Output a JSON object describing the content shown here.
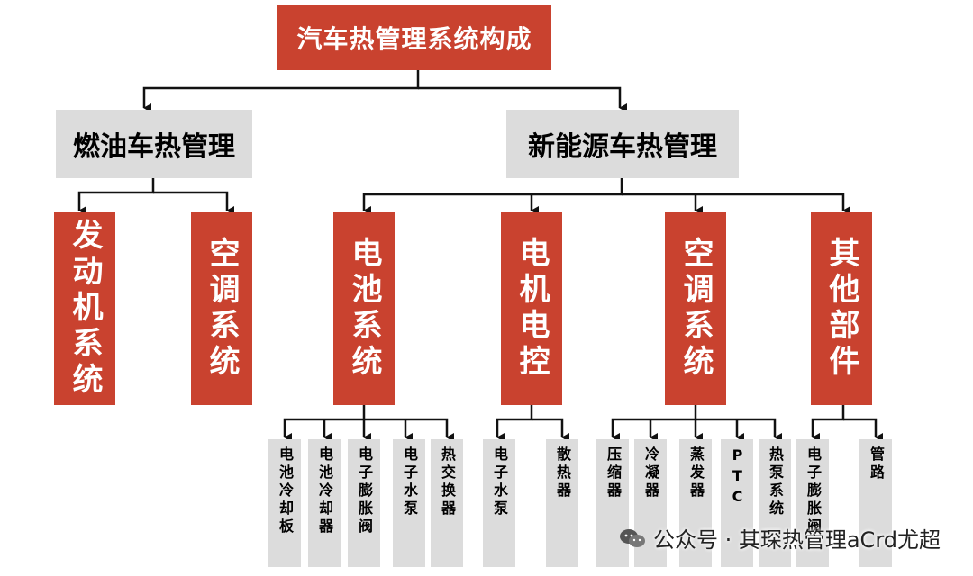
{
  "root": "汽车热管理系统构成",
  "categories": [
    {
      "label": "燃油车热管理",
      "systems": [
        {
          "label": "发动机系统",
          "parts": []
        },
        {
          "label": "空调系统",
          "parts": []
        }
      ]
    },
    {
      "label": "新能源车热管理",
      "systems": [
        {
          "label": "电池系统",
          "parts": [
            "电池冷却板",
            "电池冷却器",
            "电子膨胀阀",
            "电子水泵",
            "热交换器"
          ]
        },
        {
          "label": "电机电控",
          "parts": [
            "电子水泵",
            "散热器"
          ]
        },
        {
          "label": "空调系统",
          "parts": [
            "压缩器",
            "冷凝器",
            "蒸发器",
            "PTC",
            "热泵系统"
          ]
        },
        {
          "label": "其他部件",
          "parts": [
            "电子膨胀阀",
            "管路"
          ]
        }
      ]
    }
  ],
  "watermark": {
    "text": "公众号 · 其琛热管理aCrd尤超",
    "icon": "wechat-icon"
  },
  "colors": {
    "red": "#c9422f",
    "grey": "#dcdcdc",
    "line": "#111111"
  }
}
